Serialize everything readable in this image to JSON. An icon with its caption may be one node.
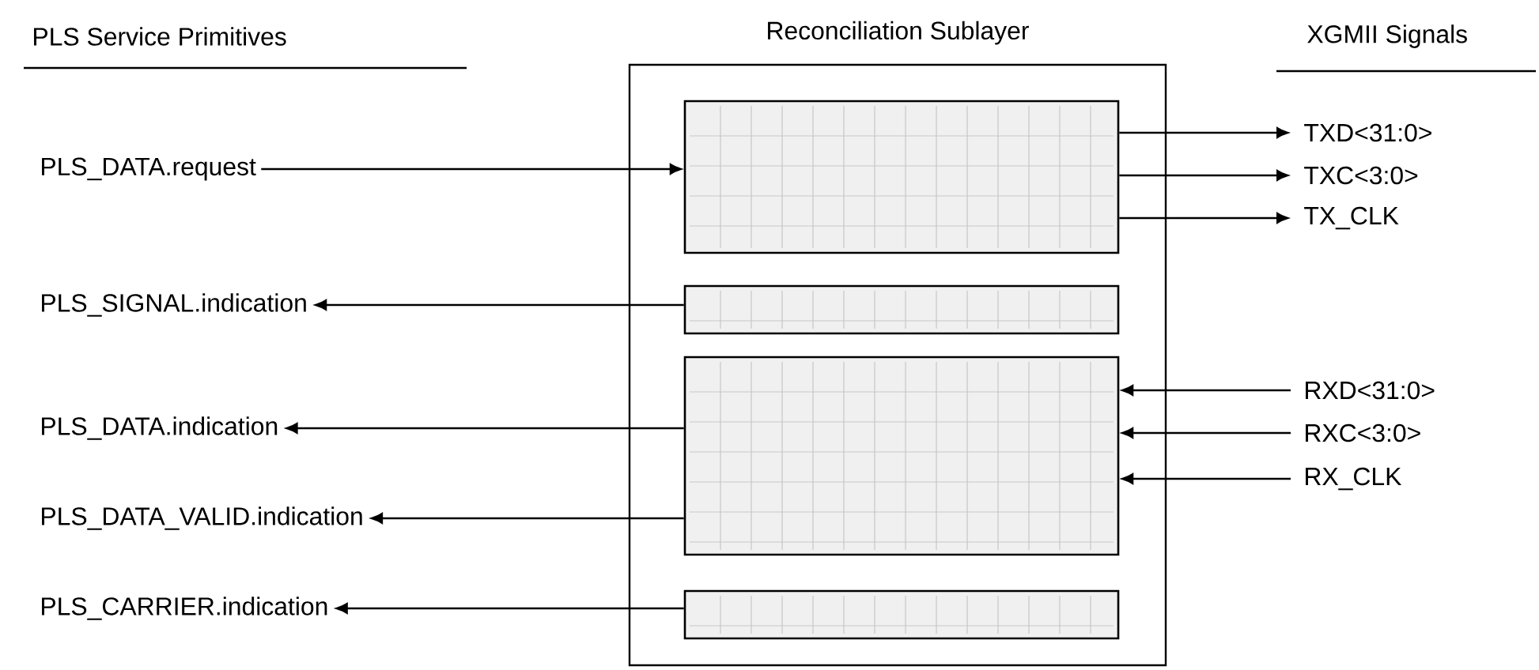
{
  "diagram": {
    "nodes": [
      {
        "text": [
          "Reconciliation Sublayer"
        ]
      },
      {
        "text": [],
        "shape": "box",
        "in": 0
      },
      {
        "text": [],
        "shape": "box",
        "in": 0
      },
      {
        "text": [],
        "shape": "box",
        "in": 0
      },
      {
        "text": [],
        "shape": "box",
        "in": 0
      },
      {
        "text": [
          "PLS_DATA.request"
        ]
      },
      {
        "text": [
          "PLS_SIGNAL.indication"
        ]
      },
      {
        "text": [
          "PLS_DATA.indication"
        ]
      },
      {
        "text": [
          "PLS_DATA_VALID.indication"
        ]
      },
      {
        "text": [
          "PLS_CARRIER.indication"
        ]
      },
      {
        "text": [
          "TXD<31:0>"
        ]
      },
      {
        "text": [
          "TXC<3:0>"
        ]
      },
      {
        "text": [
          "TX_CLK"
        ]
      },
      {
        "text": [
          "RXD<31:0>"
        ]
      },
      {
        "text": [
          "RXC<3:0>"
        ]
      },
      {
        "text": [
          "RX_CLK"
        ]
      }
    ],
    "edges": [
      {
        "from": 5,
        "to": 1,
        "arrow": "to"
      },
      {
        "from": 1,
        "to": 10,
        "arrow": "to"
      },
      {
        "from": 1,
        "to": 11,
        "arrow": "to"
      },
      {
        "from": 1,
        "to": 12,
        "arrow": "to"
      },
      {
        "from": 2,
        "to": 6,
        "arrow": "to"
      },
      {
        "from": 3,
        "to": 7,
        "arrow": "to"
      },
      {
        "from": 3,
        "to": 8,
        "arrow": "to"
      },
      {
        "from": 13,
        "to": 3,
        "arrow": "to"
      },
      {
        "from": 14,
        "to": 3,
        "arrow": "to"
      },
      {
        "from": 15,
        "to": 3,
        "arrow": "to"
      },
      {
        "from": 4,
        "to": 9,
        "arrow": "to"
      }
    ],
    "labels": [
      "PLS Service Primitives",
      "XGMII Signals"
    ]
  }
}
